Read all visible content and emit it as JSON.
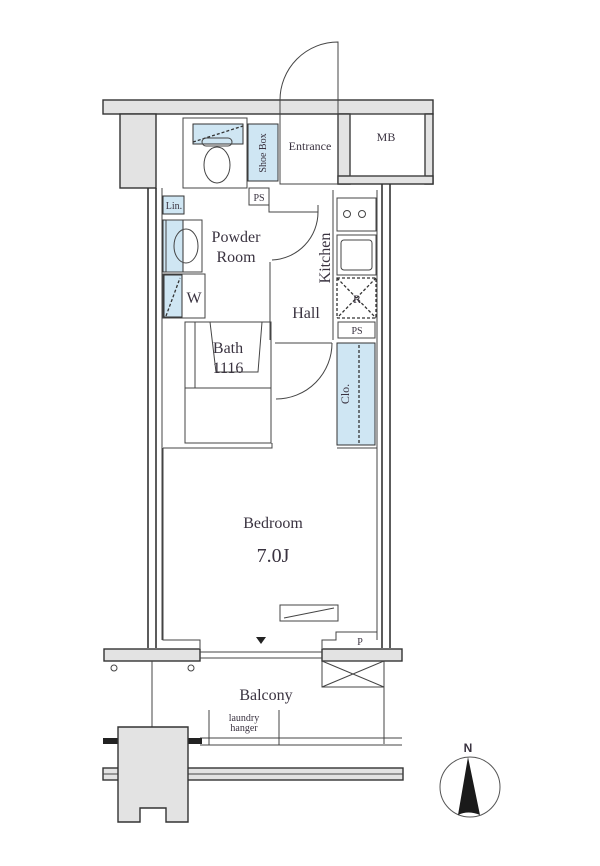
{
  "plan": {
    "rooms": {
      "entrance": "Entrance",
      "mb": "MB",
      "shoe_box": "Shoe Box",
      "ps_top": "PS",
      "linen": "Lin.",
      "powder_line1": "Powder",
      "powder_line2": "Room",
      "washer": "W",
      "kitchen": "Kitchen",
      "refrigerator": "R",
      "hall": "Hall",
      "ps_kitchen": "PS",
      "closet": "Clo.",
      "bath_line1": "Bath",
      "bath_line2": "1116",
      "bedroom": "Bedroom",
      "bedroom_size": "7.0J",
      "pipe": "P",
      "balcony": "Balcony",
      "laundry_line1": "laundry",
      "laundry_line2": "hanger"
    },
    "compass": {
      "label": "N"
    },
    "colors": {
      "storage_fill": "#cfe6f3",
      "structure_fill": "#e3e3e3",
      "wall": "#333333"
    }
  }
}
